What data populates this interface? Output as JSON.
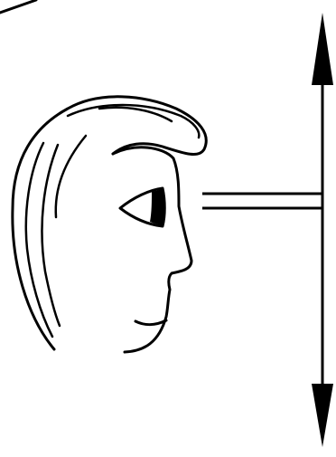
{
  "diagram": {
    "subject": "face-profile-looking-at-vertical-extent",
    "elements": [
      "frame-corner-line",
      "head-profile",
      "eye",
      "line-of-sight",
      "vertical-double-arrow"
    ]
  },
  "colors": {
    "stroke": "#000000",
    "background": "#ffffff"
  }
}
